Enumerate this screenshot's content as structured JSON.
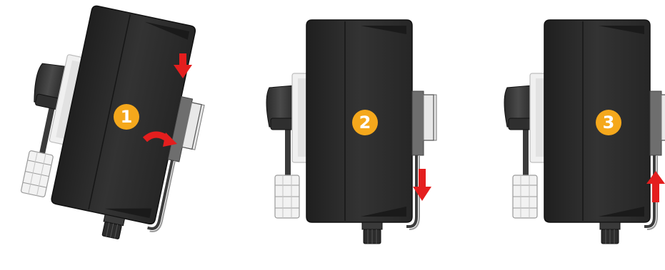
{
  "steps": [
    {
      "label": "1",
      "action": "tilt-onto-din-rail"
    },
    {
      "label": "2",
      "action": "slide-down"
    },
    {
      "label": "3",
      "action": "slide-up-lock"
    }
  ],
  "colors": {
    "housing": "#2b2b2b",
    "housing_dark": "#1a1a1a",
    "bracket": "#8f8f8f",
    "badge": "#f5a81c",
    "badge_text": "#ffffff",
    "arrow": "#e41e1e",
    "cable_gland": "#3a3a3a",
    "sensor": "#e8e8e8",
    "flange": "#f0f0f0"
  },
  "icons": [
    "down-arrow-icon",
    "curved-arrow-icon",
    "up-arrow-icon"
  ]
}
